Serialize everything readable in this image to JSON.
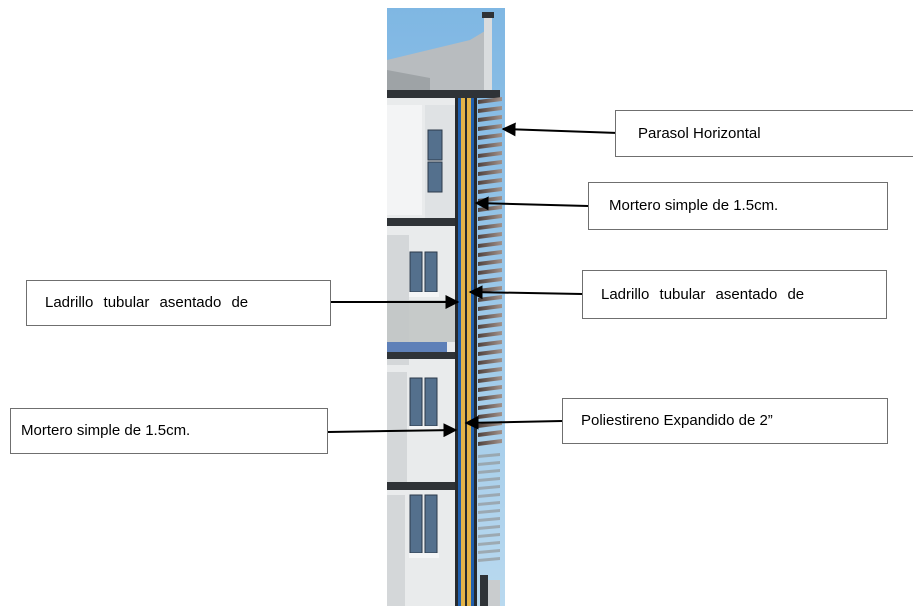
{
  "labels": {
    "parasol_horizontal": "Parasol Horizontal",
    "mortero_right": "Mortero simple de 1.5cm.",
    "ladrillo_right": "Ladrillo tubular asentado de",
    "poliestireno": "Poliestireno Expandido de 2”",
    "ladrillo_left": "Ladrillo tubular asentado de",
    "mortero_left": "Mortero simple de 1.5cm."
  },
  "colors": {
    "sky": "#8ec3e8",
    "wall_light": "#e9ebec",
    "wall_shade": "#c9ccce",
    "slab": "#2f3337",
    "window": "#54708d",
    "layer_blue": "#1f5fae",
    "layer_yellow": "#e3b347",
    "layer_dark": "#262a2e",
    "louver": "#6a5a55",
    "arrow": "#000000"
  }
}
